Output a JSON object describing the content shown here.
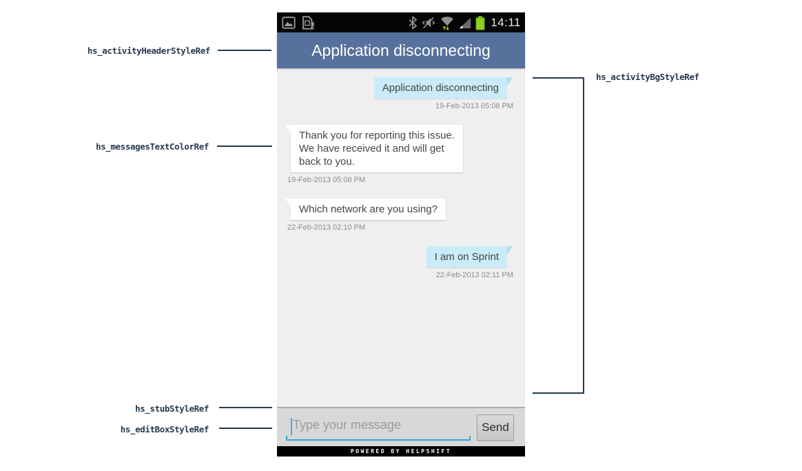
{
  "annotations": {
    "color": "#27394e",
    "left": [
      {
        "label": "hs_activityHeaderStyleRef"
      },
      {
        "label": "hs_messagesTextColorRef"
      },
      {
        "label": "hs_stubStyleRef"
      },
      {
        "label": "hs_editBoxStyleRef"
      }
    ],
    "right": [
      {
        "label": "hs_activityBgStyleRef"
      }
    ]
  },
  "phone": {
    "status_bar": {
      "time": "14:11",
      "icons_left": [
        "gallery-icon",
        "sim-warning-icon"
      ],
      "icons_right": [
        "bluetooth-icon",
        "vibrate-icon",
        "wifi-icon",
        "signal-icon",
        "battery-icon"
      ]
    },
    "header": {
      "title": "Application disconnecting"
    },
    "conversation": {
      "messages": [
        {
          "side": "right",
          "text": "Application disconnecting",
          "timestamp": "19-Feb-2013 05:08 PM"
        },
        {
          "side": "left",
          "text": "Thank you for reporting this issue. We have received it and will get back to you.",
          "timestamp": "19-Feb-2013 05:08 PM"
        },
        {
          "side": "left",
          "text": "Which network are you using?",
          "timestamp": "22-Feb-2013 02:10 PM"
        },
        {
          "side": "right",
          "text": "I am on Sprint",
          "timestamp": "22-Feb-2013 02:11 PM"
        }
      ]
    },
    "composer": {
      "placeholder": "Type your message",
      "send_label": "Send"
    },
    "footer": {
      "text": "POWERED BY HELPSHIFT"
    }
  },
  "colors": {
    "header_bg": "#56719c",
    "conversation_bg": "#efefef",
    "user_bubble": "#c9ecf8",
    "agent_bubble": "#ffffff",
    "edit_underline": "#2fa7d4",
    "annotation": "#27394e",
    "battery_green": "#8ed021"
  }
}
